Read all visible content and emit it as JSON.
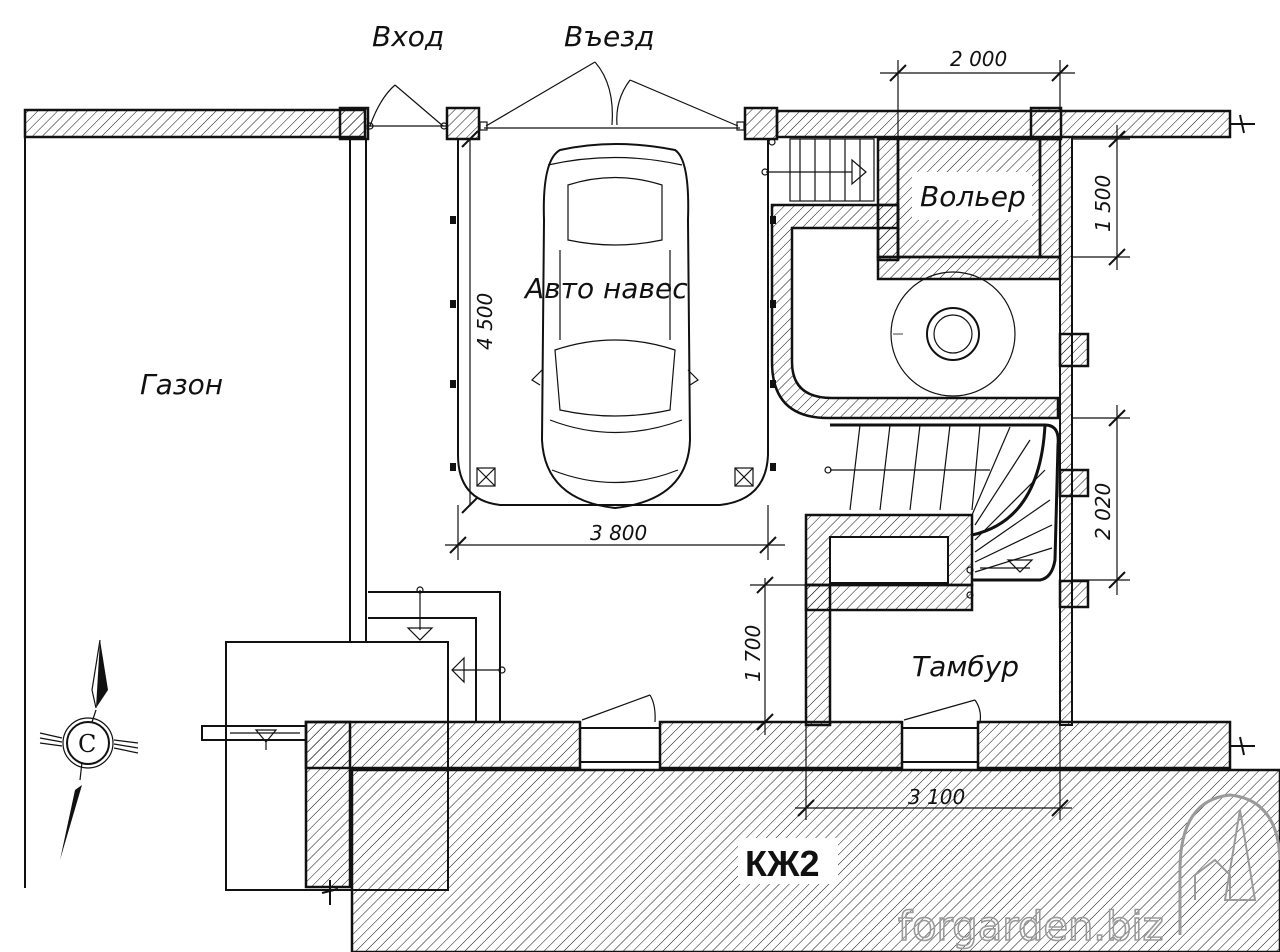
{
  "labels": {
    "entrance": "Вход",
    "driveway": "Въезд",
    "carport": "Авто навес",
    "lawn": "Газон",
    "aviary": "Вольер",
    "vestibule": "Тамбур",
    "plan_code": "КЖ2"
  },
  "dimensions": {
    "aviary_width": "2 000",
    "aviary_depth": "1 500",
    "carport_depth": "4 500",
    "carport_width": "3 800",
    "stair_length": "2 020",
    "vestibule_depth": "1 700",
    "vestibule_width": "3 100"
  },
  "compass": {
    "letter": "С"
  },
  "watermark": "forgarden.biz"
}
